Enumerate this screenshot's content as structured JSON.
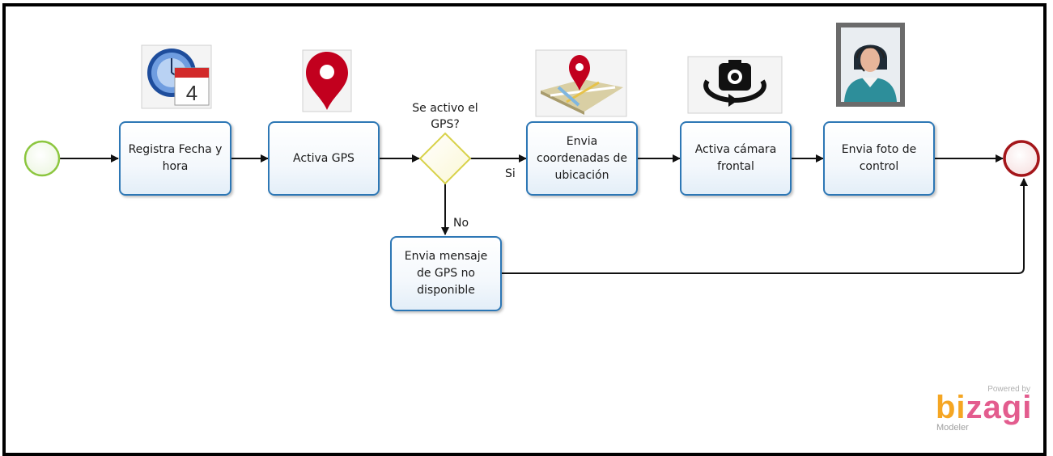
{
  "tasks": {
    "registra": "Registra Fecha y hora",
    "activa_gps": "Activa GPS",
    "envia_coord": "Envia coordenadas de ubicación",
    "activa_camara": "Activa cámara frontal",
    "envia_foto": "Envia foto de control",
    "envia_mensaje": "Envia mensaje de GPS no disponible"
  },
  "gateway": {
    "question": "Se activo el GPS?",
    "yes_label": "Si",
    "no_label": "No"
  },
  "calendar_day": "4",
  "branding": {
    "powered_by": "Powered by",
    "word": "bizagi",
    "product": "Modeler"
  },
  "colors": {
    "task_border": "#2d77b5",
    "start_event": "#8cc63f",
    "end_event": "#a4161a",
    "gateway": "#d8d24a",
    "bizagi_orange": "#f5a623",
    "bizagi_pink": "#e35c8e"
  }
}
